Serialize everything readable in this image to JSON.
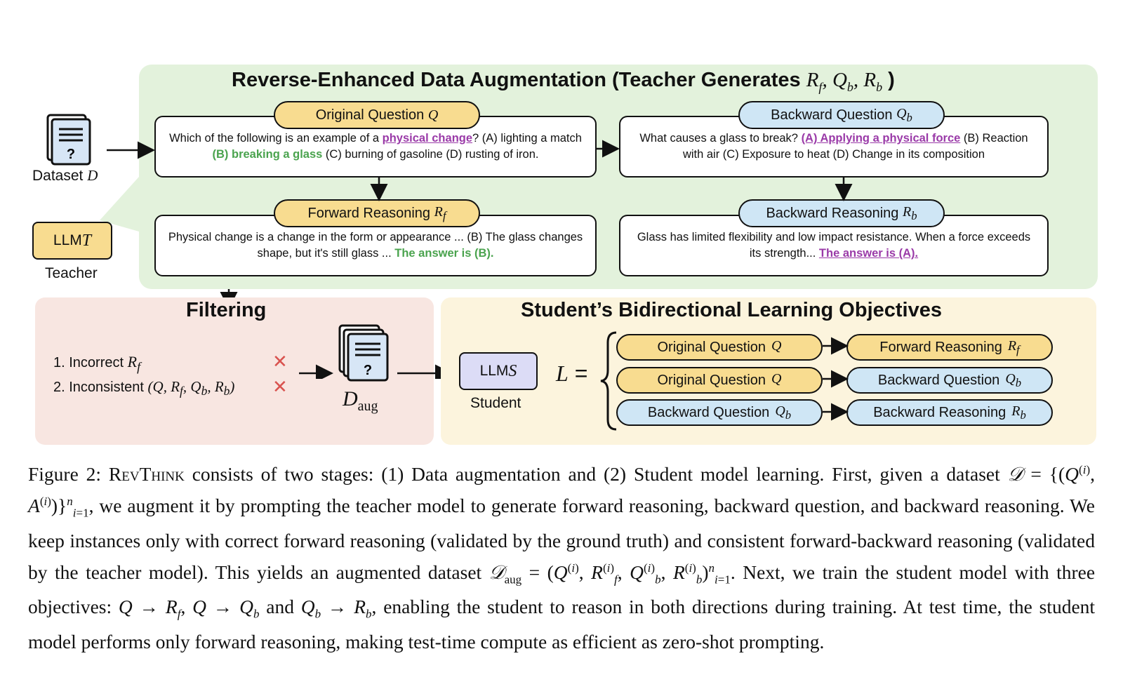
{
  "augmentation": {
    "title": "Reverse-Enhanced Data Augmentation (Teacher Generates ",
    "title_math": "R",
    "original_question": {
      "label": "Original Question",
      "symbol": "Q",
      "text_a": "Which of the following is an example of a ",
      "highlight_a": "physical change",
      "text_b": "? (A) lighting a match ",
      "highlight_b": "(B) breaking a glass",
      "text_c": " (C) burning of gasoline (D) rusting of iron."
    },
    "backward_question": {
      "label": "Backward Question",
      "symbol": "Q",
      "sub": "b",
      "text_a": "What causes a glass to break? ",
      "highlight_a": "(A) Applying a physical force",
      "text_b": " (B) Reaction with air (C) Exposure to heat (D) Change in its composition"
    },
    "forward_reasoning": {
      "label": "Forward Reasoning",
      "symbol": "R",
      "sub": "f",
      "text_a": "Physical change is a change in the form or appearance ... (B) The glass changes shape, but it's still glass ... ",
      "highlight_a": "The answer is (B)."
    },
    "backward_reasoning": {
      "label": "Backward Reasoning",
      "symbol": "R",
      "sub": "b",
      "text_a": "Glass has limited flexibility and low impact resistance. When a force exceeds its strength... ",
      "highlight_a": "The answer is (A)."
    }
  },
  "dataset": {
    "label": "Dataset ",
    "symbol": "D"
  },
  "teacher": {
    "box_label": "LLM ",
    "symbol": "T",
    "caption": "Teacher"
  },
  "filtering": {
    "title": "Filtering",
    "item1": "1. Incorrect ",
    "item2": "2. Inconsistent ",
    "item2_math": "(Q, R",
    "x_mark": "✕",
    "output_symbol": "D",
    "output_sub": "aug"
  },
  "student": {
    "title": "Student’s Bidirectional Learning Objectives",
    "box_label": "LLM ",
    "symbol": "S",
    "caption": "Student",
    "loss_symbol": "L",
    "objectives": [
      {
        "left": "Original Question",
        "left_sym": "Q",
        "left_sub": "",
        "right": "Forward Reasoning",
        "right_sym": "R",
        "right_sub": "f"
      },
      {
        "left": "Original Question",
        "left_sym": "Q",
        "left_sub": "",
        "right": "Backward Question",
        "right_sym": "Q",
        "right_sub": "b"
      },
      {
        "left": "Backward Question",
        "left_sym": "Q",
        "left_sub": "b",
        "right": "Backward Reasoning",
        "right_sym": "R",
        "right_sub": "b"
      }
    ]
  },
  "caption": {
    "prefix": "Figure 2: ",
    "name": "RevThink",
    "s1": " consists of two stages: (1) Data augmentation and (2) Student model learning. First, given a dataset ",
    "s2": ", we augment it by prompting the teacher model to generate forward reasoning, backward question, and backward reasoning. We keep instances only with correct forward reasoning (validated by the ground truth) and consistent forward-backward reasoning (validated by the teacher model). This yields an augmented dataset ",
    "s3": ". Next, we train the student model with three objectives: ",
    "s4": " and ",
    "s5": ", enabling the student to reason in both directions during training. At test time, the student model performs only forward reasoning, making test-time compute as efficient as zero-shot prompting."
  }
}
